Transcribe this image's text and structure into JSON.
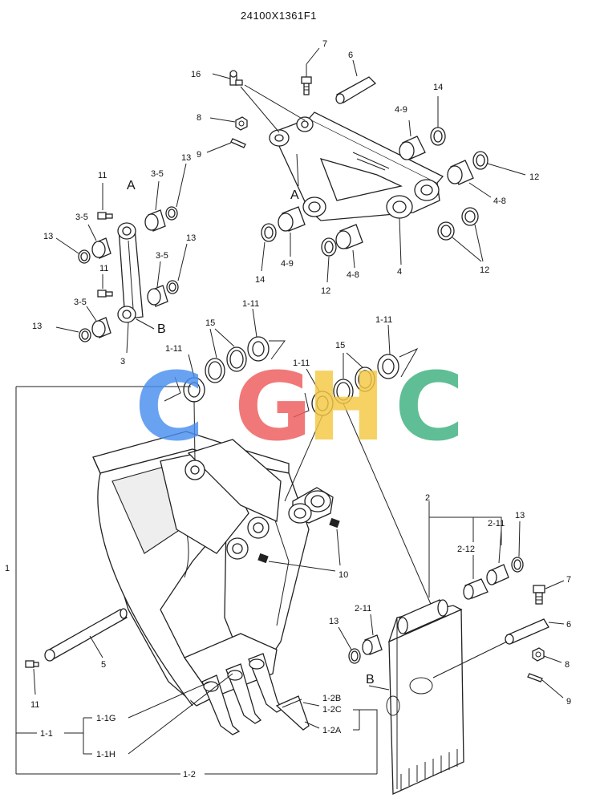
{
  "title": "24100X1361F1",
  "watermark": {
    "letters": [
      "C",
      "G",
      "H",
      "C"
    ],
    "colors": [
      "#4a8ef0",
      "#ef5b5b",
      "#f5c842",
      "#3db07e"
    ]
  },
  "labels": {
    "p7_top": "7",
    "p6_top": "6",
    "p16": "16",
    "p14_top": "14",
    "p4_9_top": "4-9",
    "p8_top": "8",
    "p9_top": "9",
    "p12_right": "12",
    "p4_8_right": "4-8",
    "pA_top": "A",
    "p4_9_bot": "4-9",
    "p4_8_bot": "4-8",
    "p14_bot": "14",
    "p12_bot": "12",
    "p4": "4",
    "p12_br": "12",
    "p11_a": "11",
    "p3_5_a": "3-5",
    "p13_a": "13",
    "pA_left": "A",
    "p3_5_b": "3-5",
    "p13_b": "13",
    "p11_b": "11",
    "p13_c": "13",
    "p3_5_c": "3-5",
    "p3_5_d": "3-5",
    "p13_d": "13",
    "pB_left": "B",
    "p3": "3",
    "p1_11_a": "1-11",
    "p15_a": "15",
    "p1_11_b": "1-11",
    "p1_11_c": "1-11",
    "p15_b": "15",
    "p1_11_d": "1-11",
    "p1": "1",
    "p10": "10",
    "p5": "5",
    "p11_c": "11",
    "p2": "2",
    "p2_11_a": "2-11",
    "p13_e": "13",
    "p2_12": "2-12",
    "p7_bot": "7",
    "p6_bot": "6",
    "p2_11_b": "2-11",
    "p13_f": "13",
    "p8_bot": "8",
    "pB_bot": "B",
    "p9_bot": "9",
    "p1_2B": "1-2B",
    "p1_2C": "1-2C",
    "p1_2A": "1-2A",
    "p1_1G": "1-1G",
    "p1_1": "1-1",
    "p1_1H": "1-1H",
    "p1_2": "1-2"
  }
}
